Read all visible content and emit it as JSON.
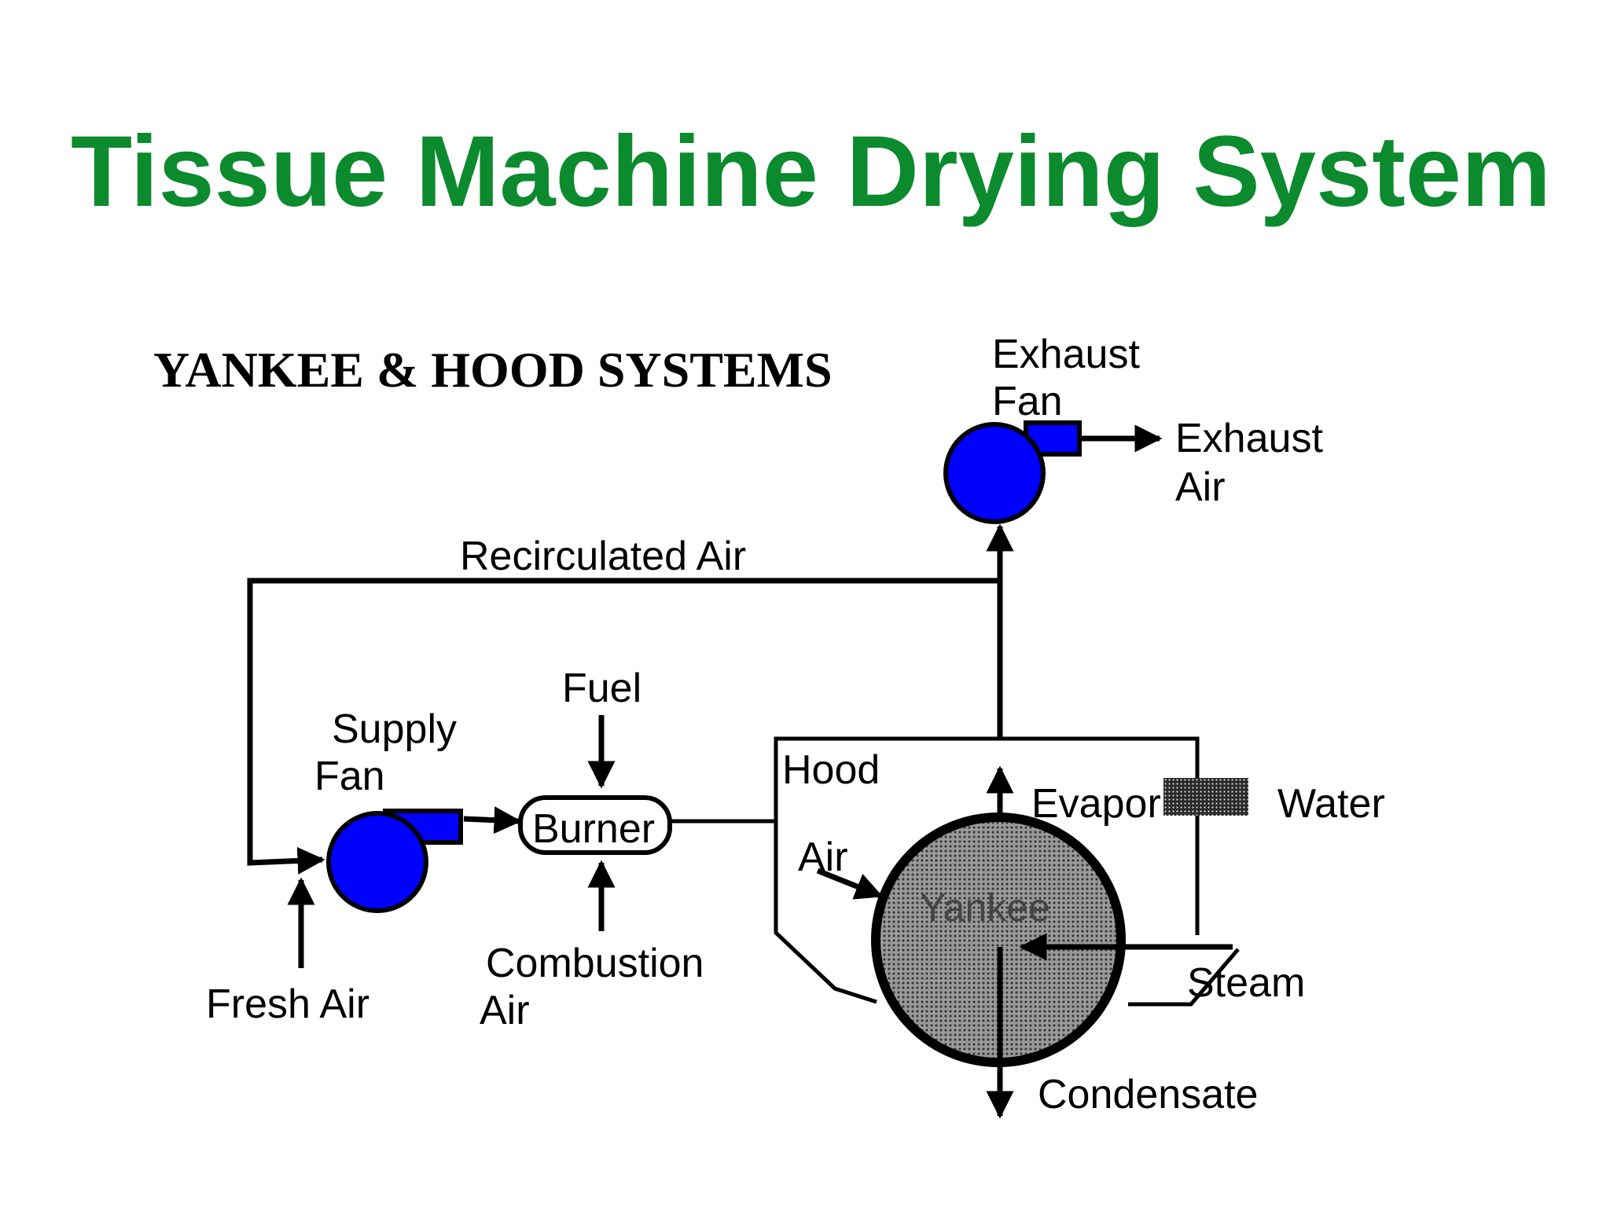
{
  "title": "Tissue Machine Drying System",
  "subtitle": "YANKEE & HOOD SYSTEMS",
  "colors": {
    "title": "#0c8a2e",
    "fan": "#0000ff",
    "outline": "#000000",
    "yankee_fill": "#777777"
  },
  "icons": {
    "supply_fan": "blower-fan-icon",
    "exhaust_fan": "blower-fan-icon",
    "yankee": "dryer-cylinder-icon",
    "water_spray": "spray-shower-icon"
  },
  "labels": {
    "exhaust_fan_1": "Exhaust",
    "exhaust_fan_2": "Fan",
    "exhaust_air_1": "Exhaust",
    "exhaust_air_2": "Air",
    "recirculated_air": "Recirculated Air",
    "fuel": "Fuel",
    "supply_fan_1": "Supply",
    "supply_fan_2": "Fan",
    "burner": "Burner",
    "hood": "Hood",
    "evaporation": "Evapor",
    "water": "Water",
    "air": "Air",
    "yankee": "Yankee",
    "steam": "Steam",
    "fresh_air": "Fresh  Air",
    "combustion_air_1": "Combustion",
    "combustion_air_2": "Air",
    "condensate": "Condensate"
  }
}
